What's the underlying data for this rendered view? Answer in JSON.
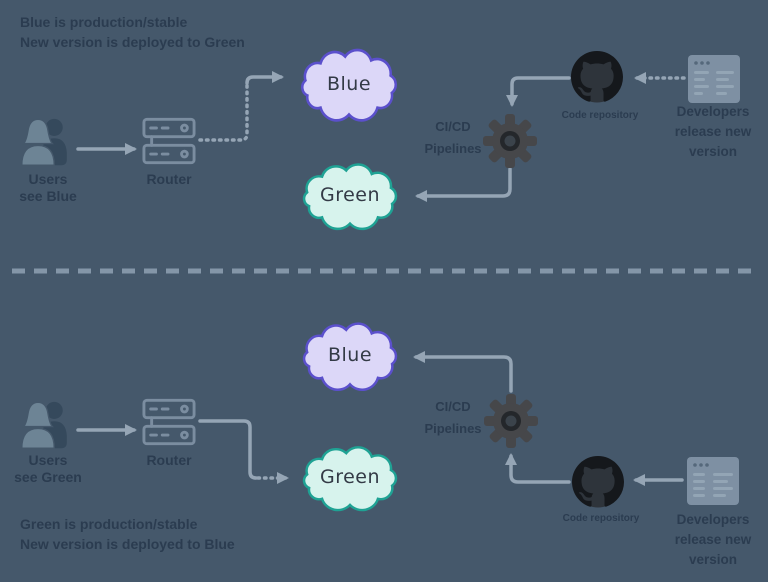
{
  "title": "Blue-Green deployment diagram",
  "colors": {
    "background": "#45586b",
    "text_dark": "#2b3c50",
    "arrow": "#95a5b5",
    "divider": "#8496a8",
    "cloud_blue_fill": "#dcd7f8",
    "cloud_blue_border": "#5b50cc",
    "cloud_green_fill": "#d7f3ed",
    "cloud_green_border": "#1fa294",
    "gear": "#46474a",
    "github": "#15181c",
    "window_fill": "#7e90a3",
    "router_stroke": "#7b8da0",
    "user_front": "#6d8495",
    "user_back": "#35495c"
  },
  "top": {
    "caption_line1": "Blue is production/stable",
    "caption_line2": "New version is deployed to Green",
    "users_line1": "Users",
    "users_line2": "see Blue",
    "router": "Router",
    "cloud_blue": "Blue",
    "cloud_green": "Green",
    "cicd_line1": "CI/CD",
    "cicd_line2": "Pipelines",
    "repo": "Code repository",
    "dev_line1": "Developers",
    "dev_line2": "release new",
    "dev_line3": "version"
  },
  "bottom": {
    "caption_line1": "Green is production/stable",
    "caption_line2": "New version is deployed to Blue",
    "users_line1": "Users",
    "users_line2": "see Green",
    "router": "Router",
    "cloud_blue": "Blue",
    "cloud_green": "Green",
    "cicd_line1": "CI/CD",
    "cicd_line2": "Pipelines",
    "repo": "Code repository",
    "dev_line1": "Developers",
    "dev_line2": "release new",
    "dev_line3": "version"
  }
}
